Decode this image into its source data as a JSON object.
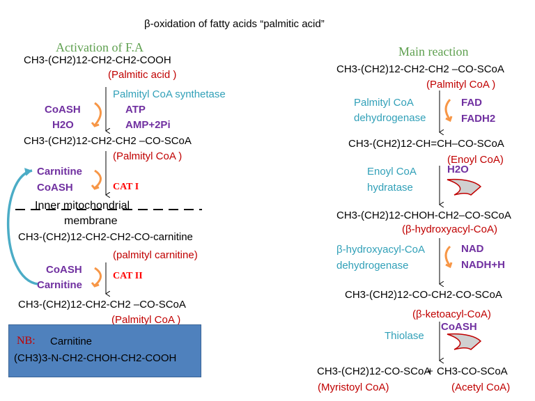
{
  "title": "β-oxidation of fatty acids “palmitic acid”",
  "left": {
    "section_title": "Activation of F.A",
    "palmitic_formula": "CH3-(CH2)12-CH2-CH2-COOH",
    "palmitic_name": "(Palmitic acid )",
    "enzyme1": "Palmityl CoA synthetase",
    "coash1": "CoASH",
    "h2o1": "H2O",
    "atp": "ATP",
    "amp": "AMP+2Pi",
    "palmitylcoa_formula1": "CH3-(CH2)12-CH2-CH2 –CO-SCoA",
    "palmitylcoa_name1": "(Palmityl CoA )",
    "carnitine1": "Carnitine",
    "coash2": "CoASH",
    "cat1": "CAT I",
    "membrane_line1": "Inner mitochondrial",
    "membrane_line2": "membrane",
    "carnitine_formula": "CH3-(CH2)12-CH2-CH2-CO-carnitine",
    "carnitine_name": "(palmityl carnitine)",
    "coash3": "CoASH",
    "carnitine2": "Carnitine",
    "cat2": "CAT II",
    "palmitylcoa_formula2": "CH3-(CH2)12-CH2-CH2 –CO-SCoA",
    "palmitylcoa_name2": "(Palmityl CoA )",
    "nb_label": "NB:",
    "nb_text": "Carnitine",
    "nb_formula": "(CH3)3-N-CH2-CHOH-CH2-COOH"
  },
  "right": {
    "section_title": "Main reaction",
    "formula1": "CH3-(CH2)12-CH2-CH2 –CO-SCoA",
    "name1": "(Palmityl CoA )",
    "enzyme1_line1": "Palmityl CoA",
    "enzyme1_line2": "dehydrogenase",
    "fad": "FAD",
    "fadh2": "FADH2",
    "formula2": "CH3-(CH2)12-CH=CH–CO-SCoA",
    "name2": "(Enoyl CoA)",
    "enzyme2_line1": "Enoyl CoA",
    "enzyme2_line2": "hydratase",
    "h2o": "H2O",
    "formula3": "CH3-(CH2)12-CHOH-CH2–CO-SCoA",
    "name3": "(β-hydroxyacyl-CoA)",
    "enzyme3_line1": "β-hydroxyacyl-CoA",
    "enzyme3_line2": "dehydrogenase",
    "nad": "NAD",
    "nadh": "NADH+H",
    "formula4": "CH3-(CH2)12-CO-CH2-CO-SCoA",
    "name4": "(β-ketoacyl-CoA)",
    "coash": "CoASH",
    "enzyme4": "Thiolase",
    "product1_formula": "CH3-(CH2)12-CO-SCoA",
    "plus": "+",
    "product2_formula": "CH3-CO-SCoA",
    "product1_name": "(Myristoyl CoA)",
    "product2_name": "(Acetyl CoA)"
  },
  "colors": {
    "product_name": "#c00000",
    "enzyme": "#31a0b8",
    "cofactor": "#7030a0",
    "cat_label": "#ff0000",
    "curved_arrow": "#f79646",
    "carnitine_loop": "#4bacc6",
    "note_box": "#4f81bd",
    "section_title_left": "#5fa050",
    "section_title_right": "#5fa050"
  }
}
